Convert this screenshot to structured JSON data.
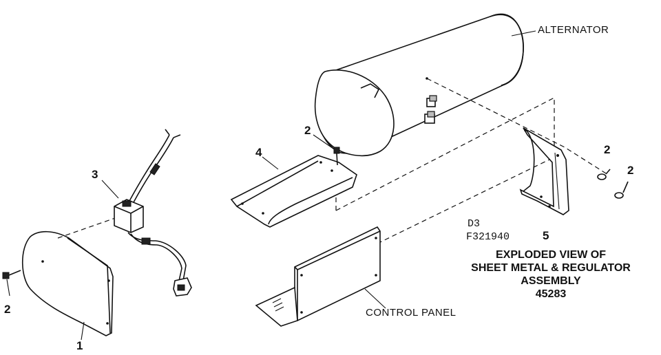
{
  "diagram": {
    "labels": {
      "alternator": "ALTERNATOR",
      "control_panel": "CONTROL PANEL",
      "part_1": "1",
      "part_2_left": "2",
      "part_3": "3",
      "part_4": "4",
      "part_2_top": "2",
      "part_2_right_a": "2",
      "part_2_right_b": "2",
      "part_5": "5",
      "code_d3": "D3",
      "code_f": "F321940"
    },
    "title_lines": [
      "EXPLODED VIEW OF",
      "SHEET METAL & REGULATOR",
      "ASSEMBLY",
      "45283"
    ]
  }
}
